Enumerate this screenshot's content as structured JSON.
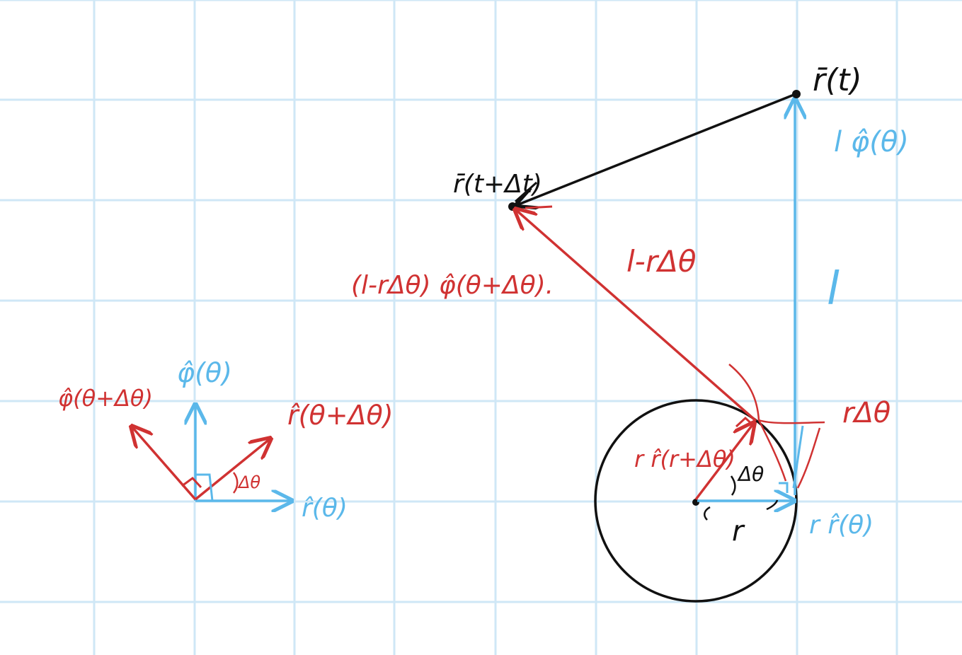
{
  "colors": {
    "grid": "#cfe7f6",
    "blue": "#5bb8ea",
    "red": "#d03232",
    "black": "#111111"
  },
  "labels": {
    "r_t": "r̄(t)",
    "r_t_dt": "r̄(t+Δt)",
    "l_phi_hat": "l φ̂(θ)",
    "l": "l",
    "l_minus_r_dtheta": "l-rΔθ",
    "l_minus_r_dtheta_phi_hat": "(l-rΔθ) φ̂(θ+Δθ).",
    "r_dtheta": "rΔθ",
    "r_rhat_shift": "r r̂(r+Δθ)",
    "r_rhat": "r r̂(θ)",
    "r": "r",
    "dtheta_circle": "Δθ",
    "phi_hat_theta": "φ̂(θ)",
    "phi_hat_theta_dtheta": "φ̂(θ+Δθ)",
    "r_hat_theta_dtheta": "r̂(θ+Δθ)",
    "r_hat_theta": "r̂(θ)",
    "dtheta_small": "Δθ"
  }
}
